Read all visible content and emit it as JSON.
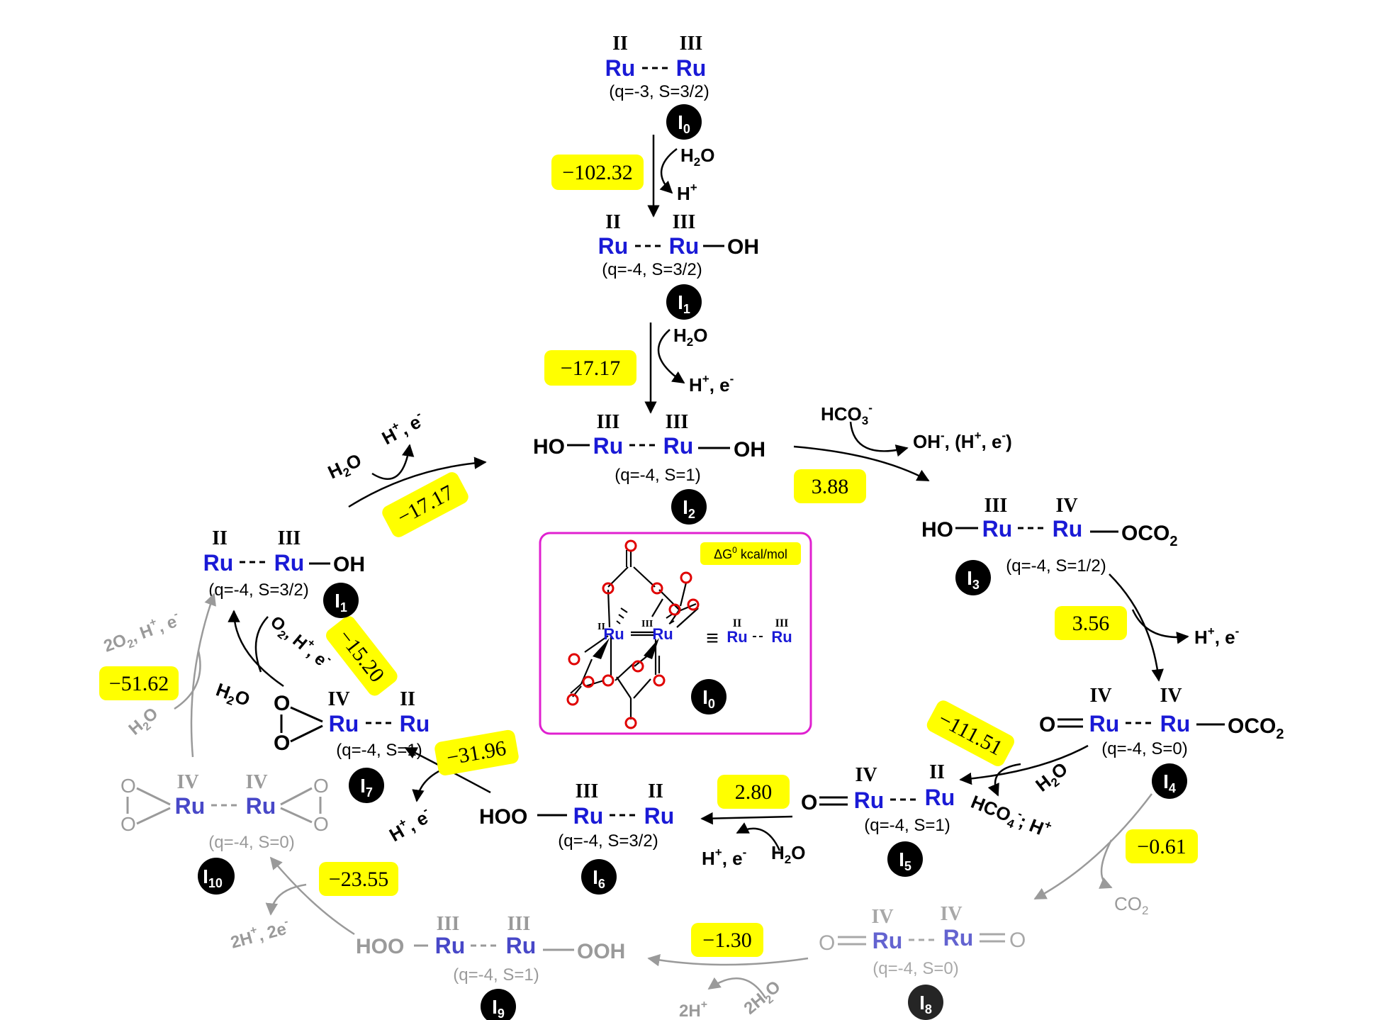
{
  "colors": {
    "ruthenium": "#1a1ad6",
    "energy_box": "#ffff00",
    "frame": "#e020d0",
    "faded": "#9a9a9a",
    "oxygen": "#e00000"
  },
  "intermediates": {
    "I0": {
      "label": "I",
      "sub": "0",
      "ox1": "II",
      "ox2": "III",
      "props": "(q=-3, S=3/2)"
    },
    "I1": {
      "label": "I",
      "sub": "1",
      "ox1": "II",
      "ox2": "III",
      "props": "(q=-4, S=3/2)",
      "ligand": "OH"
    },
    "I2": {
      "label": "I",
      "sub": "2",
      "ox1": "III",
      "ox2": "III",
      "props": "(q=-4, S=1)",
      "left": "HO",
      "right": "OH"
    },
    "I3": {
      "label": "I",
      "sub": "3",
      "ox1": "III",
      "ox2": "IV",
      "props": "(q=-4, S=1/2)",
      "left": "HO",
      "right": "OCO",
      "right_sub": "2"
    },
    "I4": {
      "label": "I",
      "sub": "4",
      "ox1": "IV",
      "ox2": "IV",
      "props": "(q=-4, S=0)",
      "left": "O",
      "right": "OCO",
      "right_sub": "2"
    },
    "I5": {
      "label": "I",
      "sub": "5",
      "ox1": "IV",
      "ox2": "II",
      "props": "(q=-4, S=1)",
      "left": "O"
    },
    "I6": {
      "label": "I",
      "sub": "6",
      "ox1": "III",
      "ox2": "II",
      "props": "(q=-4, S=3/2)",
      "left": "HOO"
    },
    "I7": {
      "label": "I",
      "sub": "7",
      "ox1": "IV",
      "ox2": "II",
      "props": "(q=-4, S=1)",
      "left_o": "O"
    },
    "I1b": {
      "label": "I",
      "sub": "1",
      "ox1": "II",
      "ox2": "III",
      "props": "(q=-4, S=3/2)",
      "ligand": "OH"
    },
    "I8": {
      "label": "I",
      "sub": "8",
      "ox1": "IV",
      "ox2": "IV",
      "props": "(q=-4, S=0)",
      "left": "O",
      "right": "O"
    },
    "I9": {
      "label": "I",
      "sub": "9",
      "ox1": "III",
      "ox2": "III",
      "props": "(q=-4, S=1)",
      "left": "HOO",
      "right": "OOH"
    },
    "I10": {
      "label": "I",
      "sub": "10",
      "ox1": "IV",
      "ox2": "IV",
      "props": "(q=-4, S=0)",
      "o": "O"
    }
  },
  "ru": "Ru",
  "energies": {
    "e0_1": "−102.32",
    "e1_2": "−17.17",
    "e2_3": "3.88",
    "e3_4": "3.56",
    "e4_5": "−111.51",
    "e5_6": "2.80",
    "e6_7": "−31.96",
    "e7_1": "−15.20",
    "e1_2b": "−17.17",
    "e4_8": "−0.61",
    "e8_9": "−1.30",
    "e9_10": "−23.55",
    "e10_1": "−51.62"
  },
  "species": {
    "h2o": "H",
    "two": "2",
    "o": "O",
    "hplus": "H",
    "plus": "+",
    "hplus_e": "H",
    "comma_e": ", e",
    "minus": "-",
    "hco3": "HCO",
    "three": "3",
    "oh_h_e_1": "OH",
    "oh_h_e_2": ", (H",
    "oh_h_e_3": ", e",
    "oh_h_e_4": ")",
    "hco4": "HCO",
    "four": "4",
    "hco4_tail": "; H",
    "co2": "CO",
    "o2_h_e": "O",
    "o2_h_e_2": ", H",
    "o2_h_e_3": ", e",
    "twoo2": "2O",
    "twoo2_2": ", H",
    "twoo2_3": ", e",
    "twoh_2e": "2H",
    "twoh_2e_2": ", 2e",
    "twoh": "2H",
    "twoh2o": "2H",
    "twoh2o_o": "O"
  },
  "legend": {
    "dg": "ΔG",
    "dg_sup": "0",
    "unit": " kcal/mol"
  },
  "inset": {
    "ox1": "II",
    "ox2": "III",
    "ru": "Ru",
    "equiv": "≡",
    "label": "I",
    "sub": "0",
    "o": "O"
  }
}
